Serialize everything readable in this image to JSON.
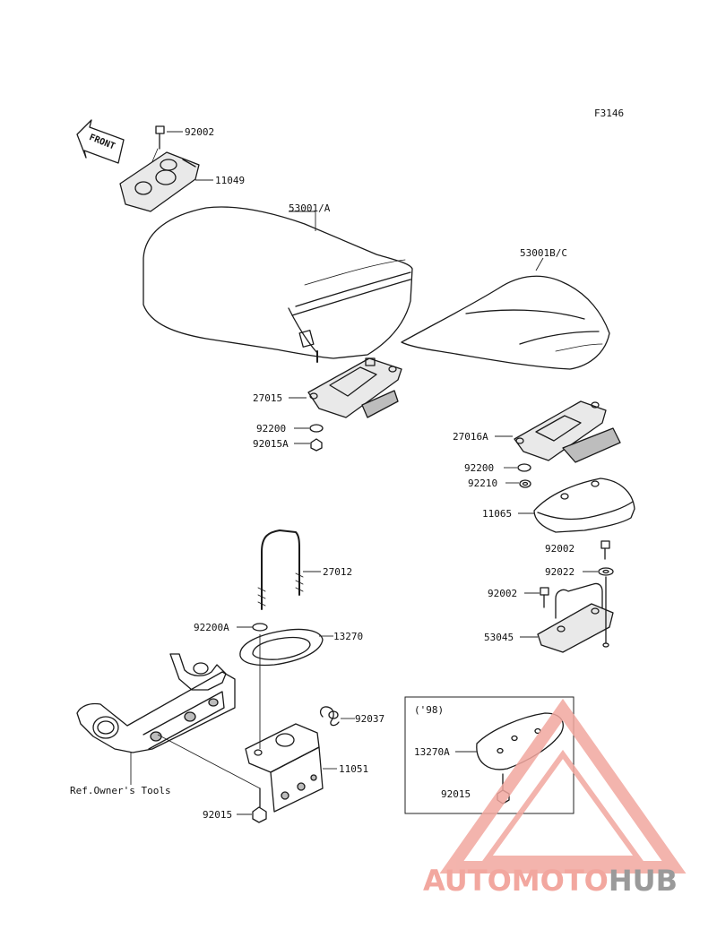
{
  "figure_code": "F3146",
  "front_label": "FRONT",
  "inset_label": "('98)",
  "parts": [
    {
      "id": "p92002a",
      "number": "92002"
    },
    {
      "id": "p11049",
      "number": "11049"
    },
    {
      "id": "p53001A",
      "number": "53001/A"
    },
    {
      "id": "p53001BC",
      "number": "53001B/C"
    },
    {
      "id": "p27015",
      "number": "27015"
    },
    {
      "id": "p92200a",
      "number": "92200"
    },
    {
      "id": "p92015A",
      "number": "92015A"
    },
    {
      "id": "p27016A",
      "number": "27016A"
    },
    {
      "id": "p92200b",
      "number": "92200"
    },
    {
      "id": "p92210",
      "number": "92210"
    },
    {
      "id": "p11065",
      "number": "11065"
    },
    {
      "id": "p92002b",
      "number": "92002"
    },
    {
      "id": "p92022",
      "number": "92022"
    },
    {
      "id": "p92002c",
      "number": "92002"
    },
    {
      "id": "p53045",
      "number": "53045"
    },
    {
      "id": "p27012",
      "number": "27012"
    },
    {
      "id": "p92200A",
      "number": "92200A"
    },
    {
      "id": "p13270",
      "number": "13270"
    },
    {
      "id": "p92037",
      "number": "92037"
    },
    {
      "id": "p11051",
      "number": "11051"
    },
    {
      "id": "p92015a",
      "number": "92015"
    },
    {
      "id": "p13270A",
      "number": "13270A"
    },
    {
      "id": "p92015b",
      "number": "92015"
    }
  ],
  "ref_note": "Ref.Owner's Tools",
  "watermark": {
    "part1": "AUTOMOTO",
    "part2": "HUB",
    "color_primary": "#f2a79f",
    "color_secondary": "#9a9a9a"
  }
}
